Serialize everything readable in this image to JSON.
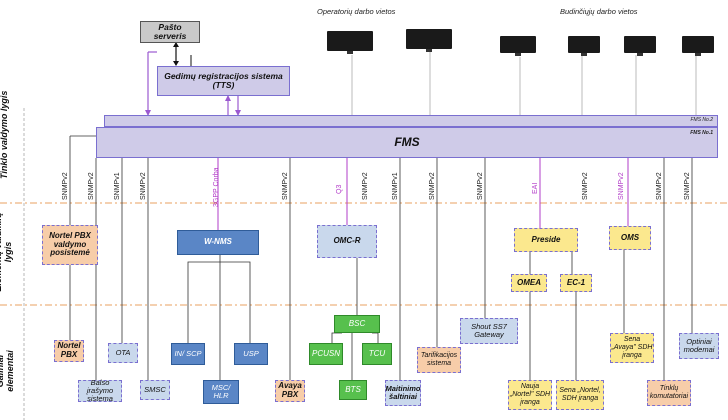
{
  "top": {
    "operators_label": "Operatorių darbo vietos",
    "duty_label": "Budinčiųjų darbo vietos",
    "mail_server": "Pašto serveris",
    "tts": "Gedimų registracijos sistema (TTS)"
  },
  "levels": {
    "network": "Tinklo valdymo lygis",
    "element": "Elementų valdiklių lygis",
    "terminal": "Galiniai elementai"
  },
  "fms": {
    "title": "FMS",
    "no1": "FMS No.1",
    "no2": "FMS No.2"
  },
  "protocols": {
    "p1": "SNMPv2",
    "p2": "SNMPv2",
    "p3": "SNMPv1",
    "p4": "SNMPv2",
    "p5": "3GPP Corba",
    "p6": "SNMPv2",
    "p7": "Q3",
    "p8": "SNMPv2",
    "p9": "SNMPv1",
    "p10": "SNMPv2",
    "p11": "SNMPv2",
    "p12": "EAI",
    "p13": "SNMPv2",
    "p14": "SNMPv2",
    "p15": "SNMPv2",
    "p16": "SNMPv2"
  },
  "element_managers": {
    "nortel_pbx_mgmt": "Nortel PBX valdymo posistemė",
    "wnms": "W-NMS",
    "omcr": "OMC-R",
    "preside": "Preside",
    "oms": "OMS",
    "omea": "OMEA",
    "ec1": "EC-1",
    "bsc": "BSC"
  },
  "terminals": {
    "nortel_pbx": "Nortel PBX",
    "ota": "OTA",
    "in_scp": "IN/ SCP",
    "usp": "USP",
    "pcusn": "PCUSN",
    "tcu": "TCU",
    "shout": "Shout SS7 Gateway",
    "sena_avaya": "Sena „Avaya\" SDH įranga",
    "optiniai": "Optiniai modemai",
    "balso": "Balso įrašymo sistema",
    "smsc": "SMSC",
    "msc_hlr": "MSC/ HLR",
    "avaya_pbx": "Avaya PBX",
    "bts": "BTS",
    "maitinimo": "Maitinimo šaltiniai",
    "tarifikacijos": "Tarifikacijos sistema",
    "nauja_nortel": "Nauja „Nortel\" SDH įranga",
    "sena_nortel": "Sena „Nortel, SDH įranga",
    "tinklu": "Tinklų komutatoriai"
  },
  "colors": {
    "fms_fill": "#d6d0ec",
    "orange": "#f7cda9",
    "blue": "#5a86c6",
    "light_blue": "#c9d8ec",
    "yellow": "#fbe88e",
    "green": "#57c04d",
    "separator": "#e8a060",
    "purple_link": "#b23cc8"
  }
}
